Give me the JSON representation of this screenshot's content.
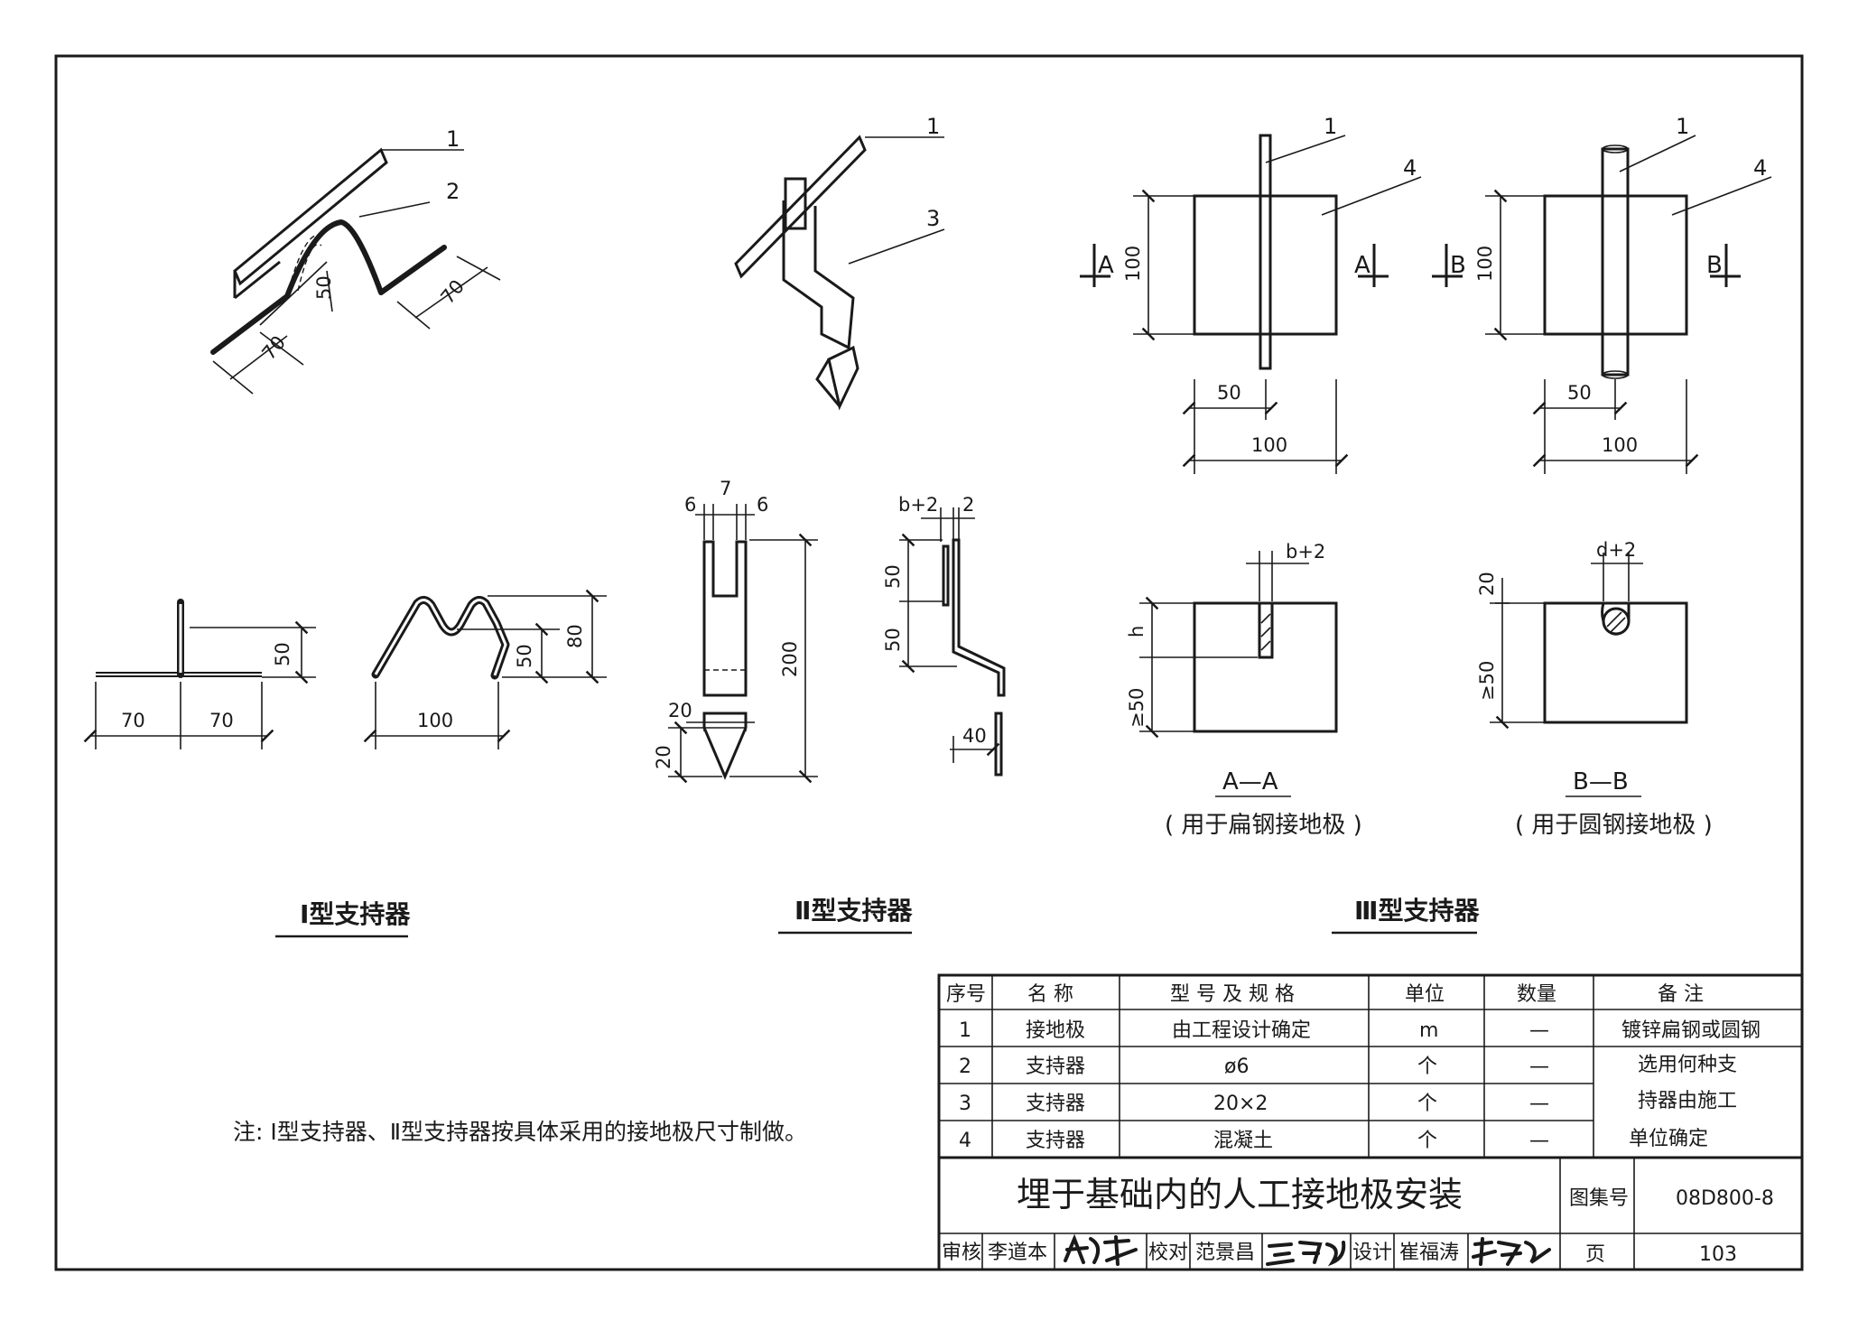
{
  "figures": {
    "type1": {
      "title": "Ⅰ型支持器",
      "callouts": [
        "1",
        "2"
      ],
      "iso_dims": [
        "50",
        "70",
        "70"
      ],
      "elev1_dims": [
        "50",
        "70",
        "70"
      ],
      "elev2_dims": [
        "50",
        "80",
        "100"
      ]
    },
    "type2": {
      "title": "Ⅱ型支持器",
      "callouts": [
        "1",
        "3"
      ],
      "front_dims": [
        "6",
        "7",
        "6",
        "200",
        "20",
        "20"
      ],
      "side_dims": [
        "b+2",
        "2",
        "50",
        "50",
        "40"
      ]
    },
    "type3": {
      "title": "Ⅲ型支持器",
      "callouts": [
        "1",
        "4",
        "1",
        "4"
      ],
      "view_a": {
        "dims": [
          "100",
          "50",
          "100"
        ],
        "marks": [
          "A",
          "A"
        ]
      },
      "view_b": {
        "dims": [
          "100",
          "50",
          "100"
        ],
        "marks": [
          "B",
          "B"
        ]
      },
      "section_a": {
        "title": "A—A",
        "note": "( 用于扁钢接地极 )",
        "dims": [
          "b+2",
          "h",
          "≥50"
        ]
      },
      "section_b": {
        "title": "B—B",
        "note": "( 用于圆钢接地极 )",
        "dims": [
          "d+2",
          "20",
          "≥50"
        ]
      }
    }
  },
  "note": "注: Ⅰ型支持器、Ⅱ型支持器按具体采用的接地极尺寸制做。",
  "bom": {
    "headers": [
      "序号",
      "名 称",
      "型 号 及 规 格",
      "单位",
      "数量",
      "备 注"
    ],
    "rows": [
      {
        "no": "1",
        "name": "接地极",
        "spec": "由工程设计确定",
        "unit": "m",
        "qty": "—",
        "remark": "镀锌扁钢或圆钢"
      },
      {
        "no": "2",
        "name": "支持器",
        "spec": "ø6",
        "unit": "个",
        "qty": "—",
        "remark": "选用何种支"
      },
      {
        "no": "3",
        "name": "支持器",
        "spec": "20×2",
        "unit": "个",
        "qty": "—",
        "remark": "持器由施工"
      },
      {
        "no": "4",
        "name": "支持器",
        "spec": "混凝土",
        "unit": "个",
        "qty": "—",
        "remark": "单位确定"
      }
    ]
  },
  "title_block": {
    "title": "埋于基础内的人工接地极安装",
    "atlas_label": "图集号",
    "atlas_no": "08D800-8",
    "page_label": "页",
    "page_no": "103",
    "review_label": "审核",
    "reviewer": "李道本",
    "check_label": "校对",
    "checker": "范景昌",
    "design_label": "设计",
    "designer": "崔福涛"
  }
}
